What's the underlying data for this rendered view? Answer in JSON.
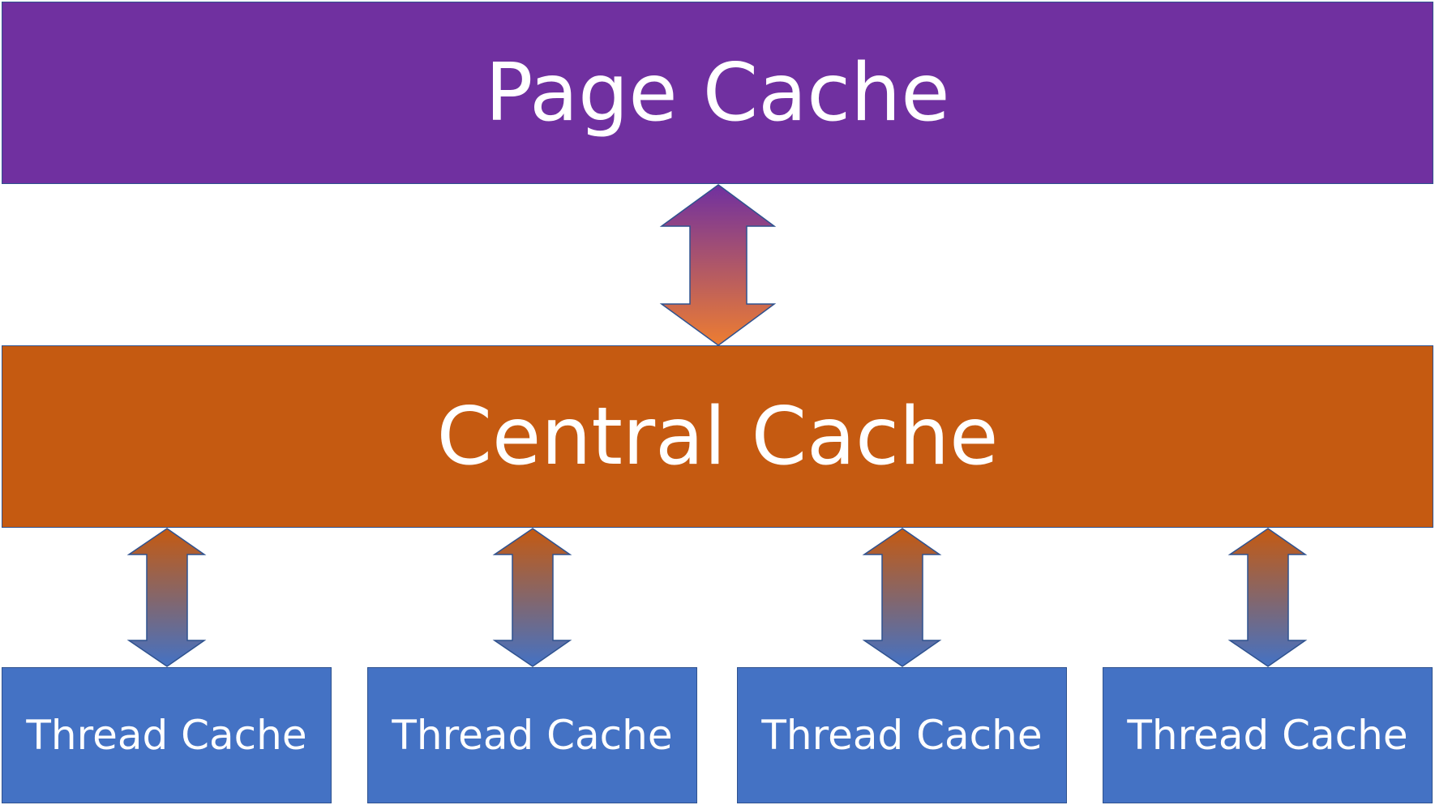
{
  "page_cache": {
    "label": "Page Cache",
    "color": "#7030a0"
  },
  "central_cache": {
    "label": "Central Cache",
    "color": "#c55a11"
  },
  "thread_caches": [
    {
      "label": "Thread Cache"
    },
    {
      "label": "Thread Cache"
    },
    {
      "label": "Thread Cache"
    },
    {
      "label": "Thread Cache"
    }
  ],
  "thread_cache_color": "#4472c4",
  "arrow_colors": {
    "purple": "#7030a0",
    "orange": "#ed7d31",
    "rust": "#c55a11",
    "blue": "#4472c4",
    "outline": "#2f528f"
  },
  "connections": [
    {
      "from": "page-cache",
      "to": "central-cache"
    },
    {
      "from": "central-cache",
      "to": "thread-cache-1"
    },
    {
      "from": "central-cache",
      "to": "thread-cache-2"
    },
    {
      "from": "central-cache",
      "to": "thread-cache-3"
    },
    {
      "from": "central-cache",
      "to": "thread-cache-4"
    }
  ]
}
